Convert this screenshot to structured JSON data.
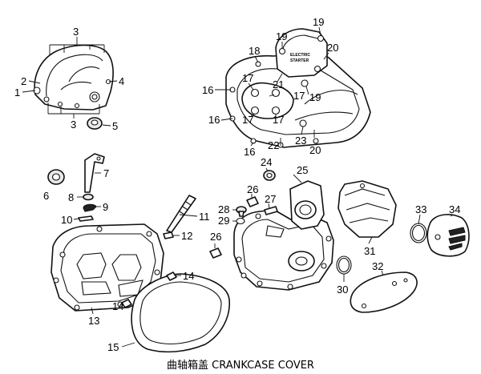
{
  "caption": "曲轴箱盖 CRANKCASE COVER",
  "cover_label": [
    "ELECTRIC",
    "STARTER"
  ],
  "callouts": {
    "c1": "1",
    "c2": "2",
    "c3a": "3",
    "c3b": "3",
    "c4": "4",
    "c5": "5",
    "c6": "6",
    "c7": "7",
    "c8": "8",
    "c9": "9",
    "c10": "10",
    "c11": "11",
    "c12": "12",
    "c13": "13",
    "c14a": "14",
    "c14b": "14",
    "c15": "15",
    "c16a": "16",
    "c16b": "16",
    "c16c": "16",
    "c17a": "17",
    "c17b": "17",
    "c17c": "17",
    "c17d": "17",
    "c18": "18",
    "c19a": "19",
    "c19b": "19",
    "c19c": "19",
    "c20a": "20",
    "c20b": "20",
    "c21": "21",
    "c22": "22",
    "c23": "23",
    "c24": "24",
    "c25": "25",
    "c26a": "26",
    "c26b": "26",
    "c27": "27",
    "c28": "28",
    "c29": "29",
    "c30": "30",
    "c31": "31",
    "c32": "32",
    "c33": "33",
    "c34": "34"
  }
}
